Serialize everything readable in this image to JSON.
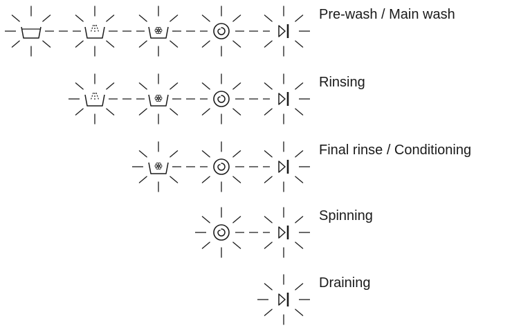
{
  "stages": [
    {
      "label": "Pre-wash / Main wash",
      "symbols": [
        "prewash-tub-icon",
        "main-wash-tub-icon",
        "conditioner-tub-icon",
        "spin-icon",
        "drain-end-icon"
      ]
    },
    {
      "label": "Rinsing",
      "symbols": [
        "main-wash-tub-icon",
        "conditioner-tub-icon",
        "spin-icon",
        "drain-end-icon"
      ]
    },
    {
      "label": "Final rinse / Conditioning",
      "symbols": [
        "conditioner-tub-icon",
        "spin-icon",
        "drain-end-icon"
      ]
    },
    {
      "label": "Spinning",
      "symbols": [
        "spin-icon",
        "drain-end-icon"
      ]
    },
    {
      "label": "Draining",
      "symbols": [
        "drain-end-icon"
      ]
    }
  ],
  "colors": {
    "stroke": "#1a1a1a",
    "text": "#1a1a1a",
    "background": "#ffffff"
  }
}
